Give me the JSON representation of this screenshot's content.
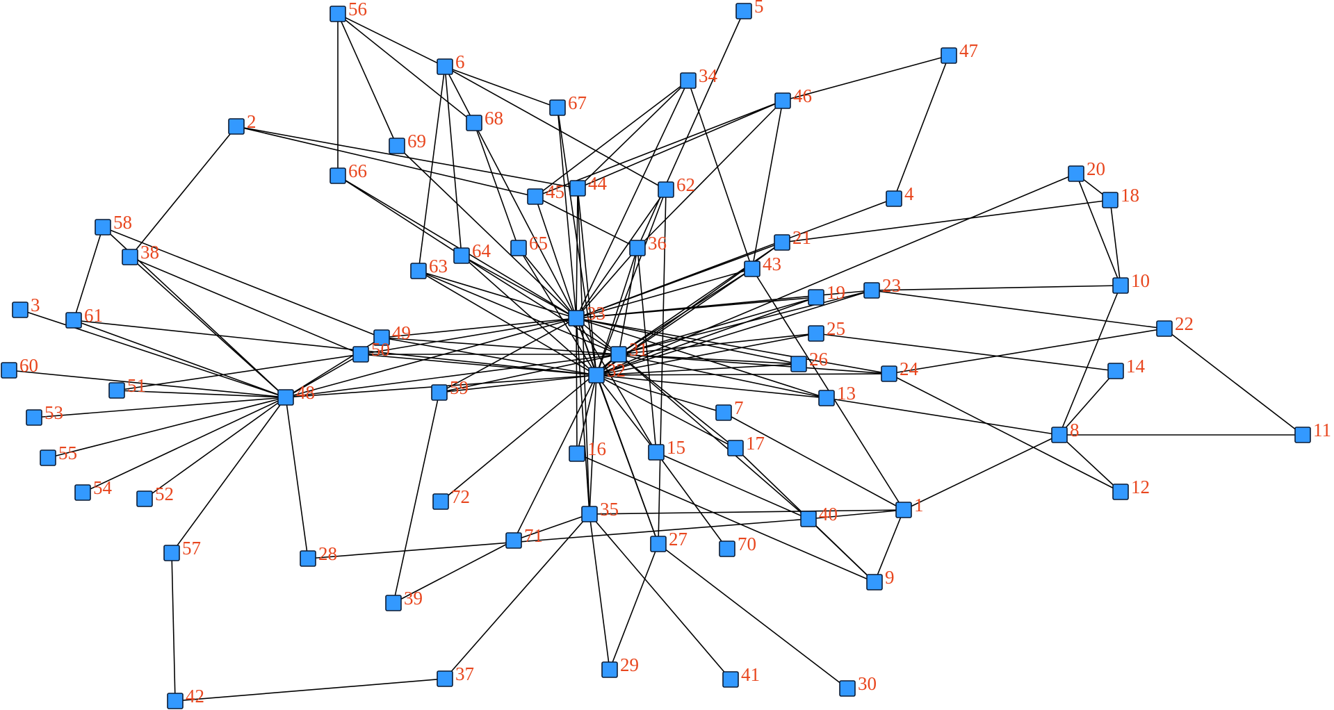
{
  "graph": {
    "colors": {
      "node_fill": "#3399ff",
      "node_stroke": "#0a1a33",
      "edge": "#000000",
      "label": "#e8461e"
    },
    "nodes": [
      "1",
      "2",
      "3",
      "4",
      "5",
      "6",
      "7",
      "8",
      "9",
      "10",
      "11",
      "12",
      "13",
      "14",
      "15",
      "16",
      "17",
      "18",
      "19",
      "20",
      "21",
      "22",
      "23",
      "24",
      "25",
      "26",
      "27",
      "28",
      "29",
      "30",
      "31",
      "32",
      "33",
      "34",
      "35",
      "36",
      "37",
      "38",
      "39",
      "40",
      "41",
      "42",
      "43",
      "44",
      "45",
      "46",
      "47",
      "48",
      "49",
      "50",
      "51",
      "52",
      "53",
      "54",
      "55",
      "56",
      "57",
      "58",
      "59",
      "60",
      "61",
      "62",
      "63",
      "64",
      "65",
      "66",
      "67",
      "68",
      "69",
      "70",
      "71",
      "72"
    ],
    "edges": [
      [
        "56",
        "6"
      ],
      [
        "56",
        "66"
      ],
      [
        "56",
        "69"
      ],
      [
        "56",
        "68"
      ],
      [
        "6",
        "67"
      ],
      [
        "6",
        "68"
      ],
      [
        "6",
        "62"
      ],
      [
        "6",
        "63"
      ],
      [
        "6",
        "64"
      ],
      [
        "68",
        "65"
      ],
      [
        "68",
        "33"
      ],
      [
        "69",
        "33"
      ],
      [
        "2",
        "45"
      ],
      [
        "2",
        "44"
      ],
      [
        "2",
        "38"
      ],
      [
        "66",
        "64"
      ],
      [
        "66",
        "33"
      ],
      [
        "67",
        "33"
      ],
      [
        "67",
        "32"
      ],
      [
        "34",
        "45"
      ],
      [
        "34",
        "44"
      ],
      [
        "34",
        "43"
      ],
      [
        "34",
        "33"
      ],
      [
        "5",
        "36"
      ],
      [
        "46",
        "47"
      ],
      [
        "46",
        "45"
      ],
      [
        "46",
        "44"
      ],
      [
        "46",
        "43"
      ],
      [
        "46",
        "36"
      ],
      [
        "47",
        "4"
      ],
      [
        "4",
        "33"
      ],
      [
        "45",
        "36"
      ],
      [
        "45",
        "33"
      ],
      [
        "44",
        "33"
      ],
      [
        "44",
        "32"
      ],
      [
        "44",
        "35"
      ],
      [
        "62",
        "33"
      ],
      [
        "62",
        "32"
      ],
      [
        "62",
        "27"
      ],
      [
        "36",
        "33"
      ],
      [
        "36",
        "31"
      ],
      [
        "36",
        "32"
      ],
      [
        "36",
        "15"
      ],
      [
        "64",
        "33"
      ],
      [
        "64",
        "31"
      ],
      [
        "64",
        "32"
      ],
      [
        "65",
        "33"
      ],
      [
        "65",
        "32"
      ],
      [
        "63",
        "33"
      ],
      [
        "63",
        "31"
      ],
      [
        "63",
        "32"
      ],
      [
        "21",
        "18"
      ],
      [
        "21",
        "33"
      ],
      [
        "21",
        "31"
      ],
      [
        "21",
        "32"
      ],
      [
        "43",
        "33"
      ],
      [
        "43",
        "31"
      ],
      [
        "43",
        "32"
      ],
      [
        "43",
        "1"
      ],
      [
        "20",
        "10"
      ],
      [
        "20",
        "18"
      ],
      [
        "20",
        "32"
      ],
      [
        "18",
        "10"
      ],
      [
        "23",
        "10"
      ],
      [
        "23",
        "22"
      ],
      [
        "23",
        "33"
      ],
      [
        "23",
        "31"
      ],
      [
        "23",
        "32"
      ],
      [
        "19",
        "33"
      ],
      [
        "19",
        "31"
      ],
      [
        "19",
        "32"
      ],
      [
        "25",
        "14"
      ],
      [
        "25",
        "31"
      ],
      [
        "25",
        "32"
      ],
      [
        "26",
        "31"
      ],
      [
        "26",
        "32"
      ],
      [
        "26",
        "33"
      ],
      [
        "24",
        "22"
      ],
      [
        "24",
        "12"
      ],
      [
        "24",
        "33"
      ],
      [
        "24",
        "31"
      ],
      [
        "24",
        "32"
      ],
      [
        "22",
        "11"
      ],
      [
        "10",
        "8"
      ],
      [
        "14",
        "8"
      ],
      [
        "13",
        "33"
      ],
      [
        "13",
        "31"
      ],
      [
        "13",
        "32"
      ],
      [
        "13",
        "8"
      ],
      [
        "8",
        "11"
      ],
      [
        "8",
        "12"
      ],
      [
        "8",
        "1"
      ],
      [
        "7",
        "32"
      ],
      [
        "7",
        "1"
      ],
      [
        "17",
        "31"
      ],
      [
        "17",
        "32"
      ],
      [
        "17",
        "9"
      ],
      [
        "15",
        "33"
      ],
      [
        "15",
        "32"
      ],
      [
        "15",
        "70"
      ],
      [
        "15",
        "40"
      ],
      [
        "16",
        "33"
      ],
      [
        "16",
        "32"
      ],
      [
        "16",
        "9"
      ],
      [
        "40",
        "1"
      ],
      [
        "40",
        "9"
      ],
      [
        "40",
        "28"
      ],
      [
        "40",
        "31"
      ],
      [
        "1",
        "9"
      ],
      [
        "1",
        "35"
      ],
      [
        "35",
        "71"
      ],
      [
        "35",
        "37"
      ],
      [
        "35",
        "29"
      ],
      [
        "35",
        "41"
      ],
      [
        "35",
        "33"
      ],
      [
        "35",
        "32"
      ],
      [
        "27",
        "29"
      ],
      [
        "27",
        "30"
      ],
      [
        "27",
        "33"
      ],
      [
        "27",
        "32"
      ],
      [
        "71",
        "39"
      ],
      [
        "71",
        "32"
      ],
      [
        "72",
        "31"
      ],
      [
        "59",
        "39"
      ],
      [
        "59",
        "31"
      ],
      [
        "59",
        "32"
      ],
      [
        "59",
        "33"
      ],
      [
        "37",
        "42"
      ],
      [
        "42",
        "57"
      ],
      [
        "57",
        "48"
      ],
      [
        "28",
        "48"
      ],
      [
        "58",
        "61"
      ],
      [
        "58",
        "48"
      ],
      [
        "58",
        "49"
      ],
      [
        "38",
        "48"
      ],
      [
        "38",
        "50"
      ],
      [
        "3",
        "48"
      ],
      [
        "61",
        "48"
      ],
      [
        "61",
        "32"
      ],
      [
        "60",
        "48"
      ],
      [
        "51",
        "48"
      ],
      [
        "51",
        "50"
      ],
      [
        "53",
        "48"
      ],
      [
        "55",
        "48"
      ],
      [
        "54",
        "48"
      ],
      [
        "52",
        "48"
      ],
      [
        "48",
        "50"
      ],
      [
        "48",
        "49"
      ],
      [
        "48",
        "33"
      ],
      [
        "48",
        "31"
      ],
      [
        "48",
        "32"
      ],
      [
        "50",
        "33"
      ],
      [
        "50",
        "31"
      ],
      [
        "50",
        "32"
      ],
      [
        "49",
        "33"
      ],
      [
        "49",
        "31"
      ],
      [
        "49",
        "32"
      ],
      [
        "33",
        "31"
      ],
      [
        "33",
        "32"
      ],
      [
        "31",
        "32"
      ]
    ]
  }
}
